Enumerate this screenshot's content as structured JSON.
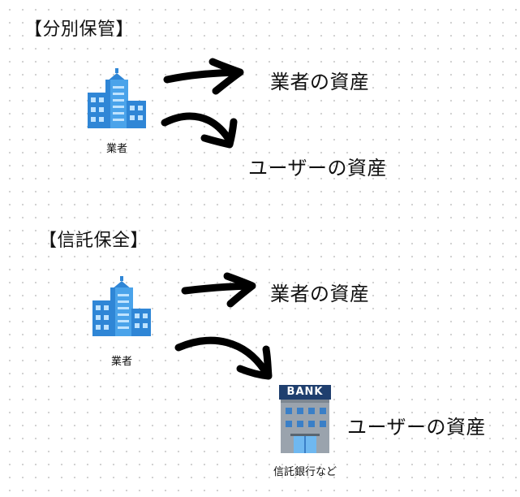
{
  "sections": [
    {
      "title": "【分別保管】",
      "building_caption": "業者",
      "targets": [
        {
          "label": "業者の資産"
        },
        {
          "label": "ユーザーの資産"
        }
      ]
    },
    {
      "title": "【信託保全】",
      "building_caption": "業者",
      "targets": [
        {
          "label": "業者の資産"
        },
        {
          "label": "ユーザーの資産"
        }
      ],
      "bank": {
        "sign": "BANK",
        "caption": "信託銀行など"
      }
    }
  ],
  "colors": {
    "building_blue": "#2f86d6",
    "building_light": "#6fb8f0",
    "arrow": "#000000",
    "bank_sign": "#1f3f6e",
    "bank_body": "#9aa3ad"
  }
}
